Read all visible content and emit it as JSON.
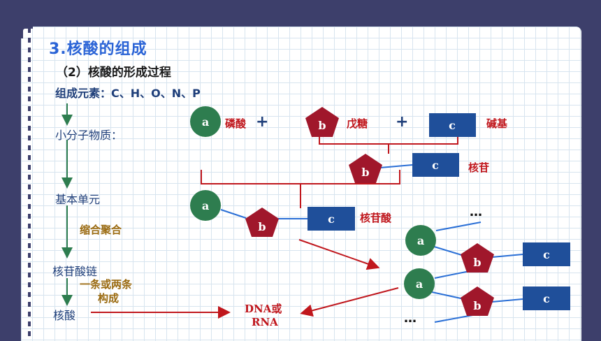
{
  "title": "3.核酸的组成",
  "subtitle": "（2）核酸的形成过程",
  "elements_line": "组成元素：C、H、O、N、P",
  "steps": {
    "small_molecules": "小分子物质：",
    "basic_unit": "基本单元",
    "condensation": "缩合聚合",
    "chain": "核苷酸链",
    "one_or_two": "一条或两条",
    "form": "构成",
    "nucleic_acid": "核酸"
  },
  "labels": {
    "phosphate": "磷酸",
    "pentose": "戊糖",
    "base": "碱基",
    "nucleoside": "核苷",
    "nucleotide": "核苷酸",
    "plus": "+",
    "dna_rna_line1": "DNA或",
    "dna_rna_line2": "RNA",
    "ellipsis": "…"
  },
  "shape_letters": {
    "a": "a",
    "b": "b",
    "c": "c"
  },
  "colors": {
    "background": "#3d3f6b",
    "title": "#2a63d6",
    "phosphate_circle": "#2e7d4f",
    "pentose_pentagon": "#a0172b",
    "base_rect": "#1f4f9a",
    "arrow_green": "#2e7d4f",
    "arrow_red": "#c0171d",
    "bracket_red": "#c0171d",
    "bond_blue": "#2a6fd6"
  }
}
